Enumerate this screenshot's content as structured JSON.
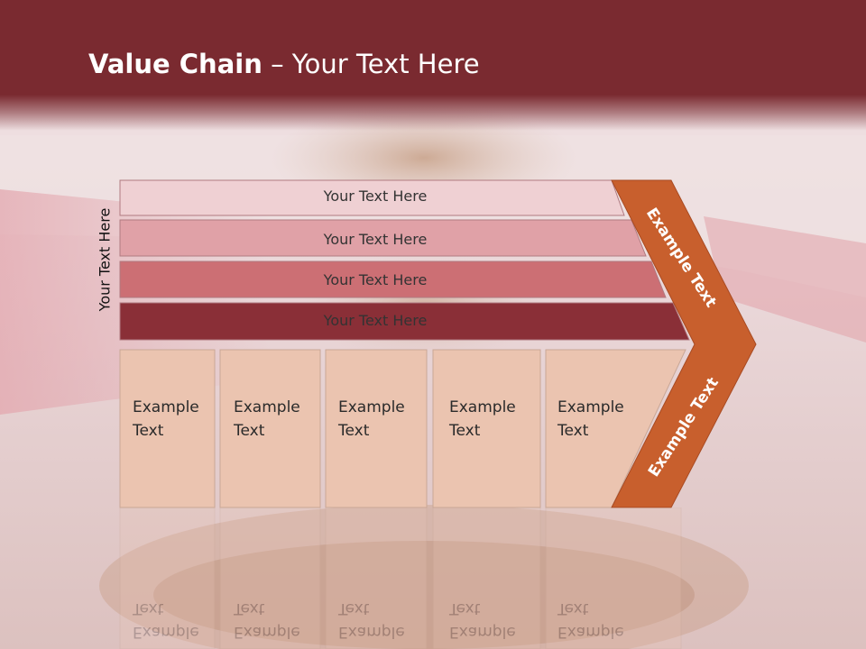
{
  "slide": {
    "title_bold": "Value Chain",
    "title_rest": " – Your Text Here",
    "side_label": "Your Text Here"
  },
  "bars": [
    {
      "label": "Your Text Here",
      "color": "#efd0d3"
    },
    {
      "label": "Your Text Here",
      "color": "#e0a1a7"
    },
    {
      "label": "Your Text Here",
      "color": "#cc6f74"
    },
    {
      "label": "Your Text Here",
      "color": "#8a2f37"
    }
  ],
  "boxes": [
    {
      "line1": "Example",
      "line2": "Text"
    },
    {
      "line1": "Example",
      "line2": "Text"
    },
    {
      "line1": "Example",
      "line2": "Text"
    },
    {
      "line1": "Example",
      "line2": "Text"
    },
    {
      "line1": "Example",
      "line2": "Text"
    }
  ],
  "box_color": "#ebc4b0",
  "arrow": {
    "color": "#c85f2d",
    "upper_label": "Example Text",
    "lower_label": "Example Text"
  }
}
